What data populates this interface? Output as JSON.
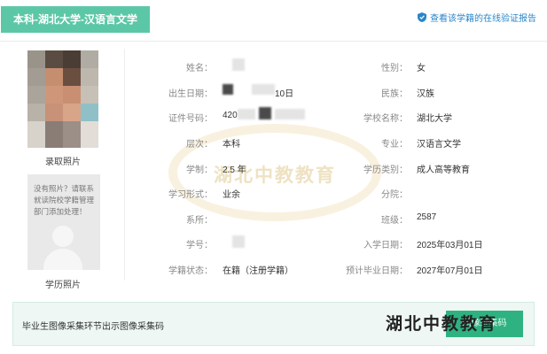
{
  "header": {
    "record_tag": "本科-湖北大学-汉语言文学",
    "verify_link": "查看该学籍的在线验证报告"
  },
  "photos": {
    "admission_caption": "录取照片",
    "education_caption": "学历照片",
    "education_placeholder_note": "没有照片？请联系就读院校学籍管理部门添加处理！"
  },
  "left_fields": [
    {
      "label": "姓名：",
      "value": ""
    },
    {
      "label": "出生日期：",
      "value": "10日"
    },
    {
      "label": "证件号码：",
      "value": "420"
    },
    {
      "label": "层次：",
      "value": "本科"
    },
    {
      "label": "学制：",
      "value": "2.5 年"
    },
    {
      "label": "学习形式：",
      "value": "业余"
    },
    {
      "label": "系所：",
      "value": ""
    },
    {
      "label": "学号：",
      "value": ""
    },
    {
      "label": "学籍状态：",
      "value": "在籍（注册学籍）"
    }
  ],
  "right_fields": [
    {
      "label": "性别：",
      "value": "女"
    },
    {
      "label": "民族：",
      "value": "汉族"
    },
    {
      "label": "学校名称：",
      "value": "湖北大学"
    },
    {
      "label": "专业：",
      "value": "汉语言文学"
    },
    {
      "label": "学历类别：",
      "value": "成人高等教育"
    },
    {
      "label": "分院：",
      "value": ""
    },
    {
      "label": "班级：",
      "value": "2587"
    },
    {
      "label": "入学日期：",
      "value": "2025年03月01日"
    },
    {
      "label": "预计毕业日期：",
      "value": "2027年07月01日"
    }
  ],
  "watermark": "湖北中教教育",
  "bottom": {
    "text": "毕业生图像采集环节出示图像采集码",
    "button_label": "图像采集码",
    "overlay_watermark": "湖北中教教育"
  },
  "colors": {
    "tag_green": "#5cc7a6",
    "button_green": "#2fb282",
    "link_blue": "#2a86c9"
  }
}
